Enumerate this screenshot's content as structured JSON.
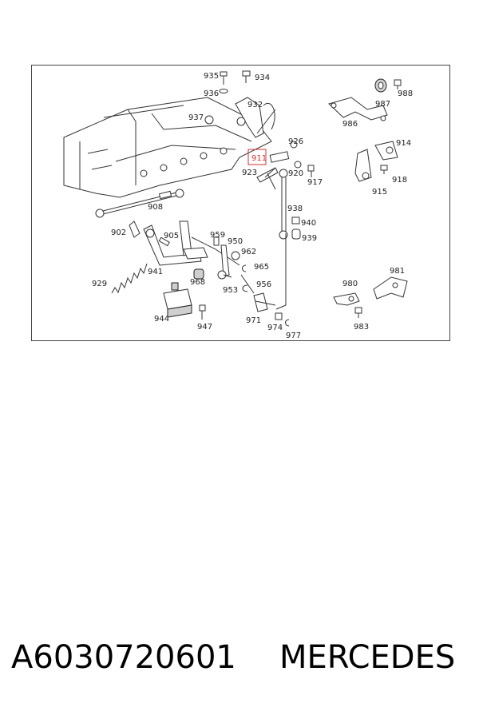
{
  "diagram": {
    "highlighted_part": "911",
    "labels": [
      "935",
      "934",
      "936",
      "932",
      "937",
      "926",
      "923",
      "920",
      "917",
      "938",
      "940",
      "939",
      "908",
      "902",
      "905",
      "959",
      "950",
      "962",
      "965",
      "941",
      "968",
      "953",
      "956",
      "929",
      "944",
      "947",
      "971",
      "974",
      "977",
      "986",
      "987",
      "988",
      "914",
      "918",
      "915",
      "980",
      "981",
      "983"
    ]
  },
  "footer": {
    "part_number": "A6030720601",
    "brand": "MERCEDES"
  }
}
